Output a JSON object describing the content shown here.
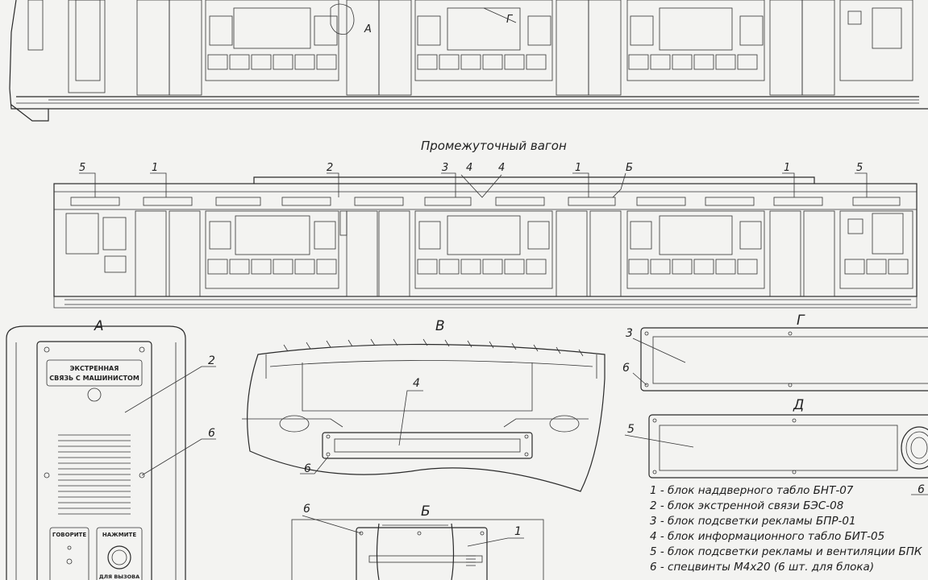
{
  "diagram": {
    "intermediate_car_caption": "Промежуточный вагон",
    "car_callouts": [
      "5",
      "1",
      "2",
      "3",
      "4",
      "4",
      "1",
      "Б",
      "1",
      "5"
    ],
    "top_car_callouts": [
      "А",
      "Г"
    ],
    "view_titles": {
      "a": "А",
      "v": "В",
      "g": "Г",
      "d": "Д",
      "b": "Б"
    },
    "panel_a": {
      "title_line1": "ЭКСТРЕННАЯ",
      "title_line2": "СВЯЗЬ С МАШИНИСТОМ",
      "button_left": "ГОВОРИТЕ",
      "button_right_top": "НАЖМИТЕ",
      "button_right_bottom": "ДЛЯ ВЫЗОВА",
      "callout_2": "2",
      "callout_6": "6"
    },
    "view_v": {
      "callout_4": "4",
      "callout_6": "6"
    },
    "view_g": {
      "callout_3": "3",
      "callout_6": "6"
    },
    "view_d": {
      "callout_5": "5",
      "callout_6": "6"
    },
    "view_b": {
      "callout_6": "6",
      "callout_1": "1"
    },
    "legend": [
      "1 - блок наддверного табло БНТ-07",
      "2 - блок экстренной связи БЭС-08",
      "3 - блок подсветки рекламы БПР-01",
      "4 - блок информационного табло БИТ-05",
      "5 - блок подсветки рекламы и вентиляции БПК",
      "6 - спецвинты М4х20 (6 шт. для блока)"
    ]
  }
}
